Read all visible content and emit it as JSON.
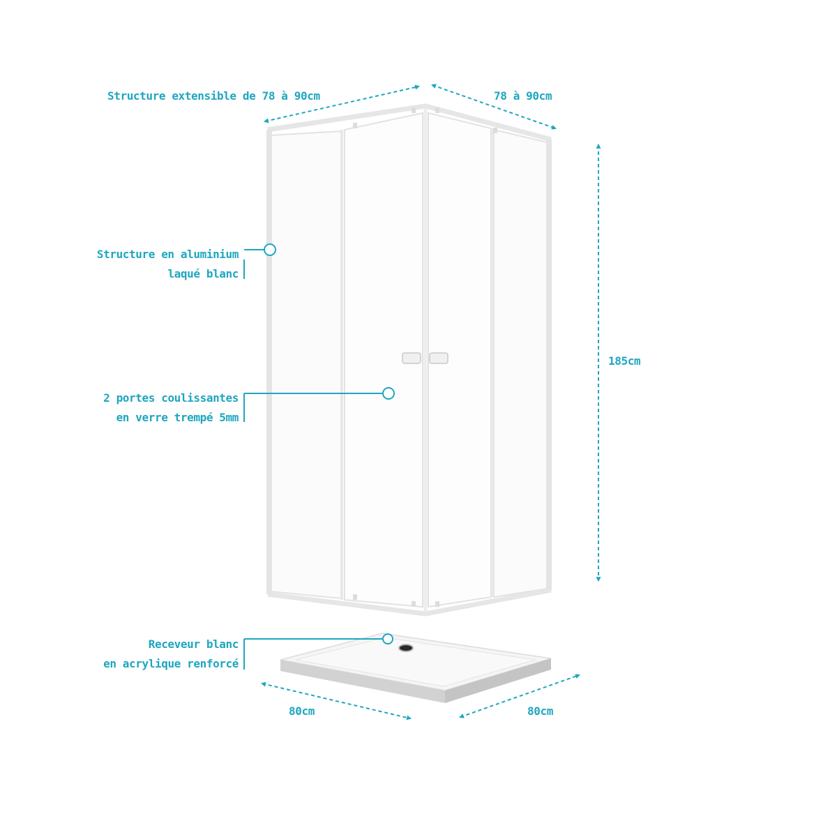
{
  "colors": {
    "accent": "#1ea6bf",
    "frame": "#e4e4e4",
    "glass": "#fbfbfb",
    "tray_top": "#f6f6f6",
    "tray_side": "#d4d4d4"
  },
  "dimensions": {
    "front_width": "Structure extensible de 78 à 90cm",
    "side_width": "78 à 90cm",
    "height": "185cm",
    "tray_front": "80cm",
    "tray_side": "80cm"
  },
  "callouts": {
    "frame": {
      "line1": "Structure en aluminium",
      "line2": "laqué blanc"
    },
    "doors": {
      "line1": "2 portes coulissantes",
      "line2": "en verre trempé 5mm"
    },
    "tray": {
      "line1": "Receveur blanc",
      "line2": "en acrylique renforcé"
    }
  }
}
